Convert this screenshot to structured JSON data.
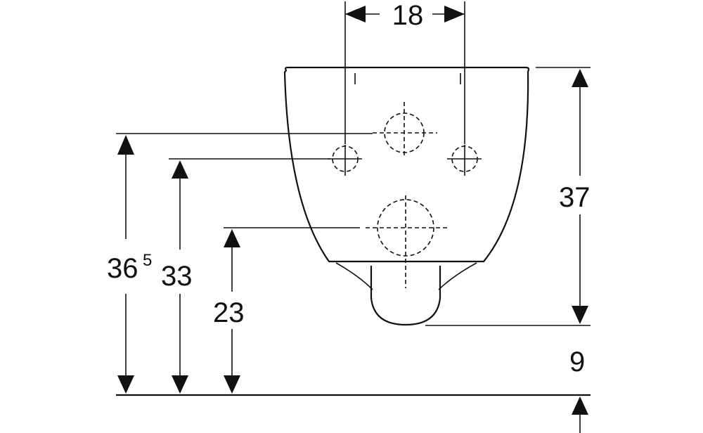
{
  "diagram": {
    "dimensions": {
      "hole_spacing": "18",
      "height_total": "36",
      "height_total_fraction": "5",
      "height_side_holes": "33",
      "height_drain": "23",
      "height_pan": "37",
      "height_bottom": "9"
    },
    "colors": {
      "stroke": "#111111",
      "background": "#ffffff"
    }
  }
}
